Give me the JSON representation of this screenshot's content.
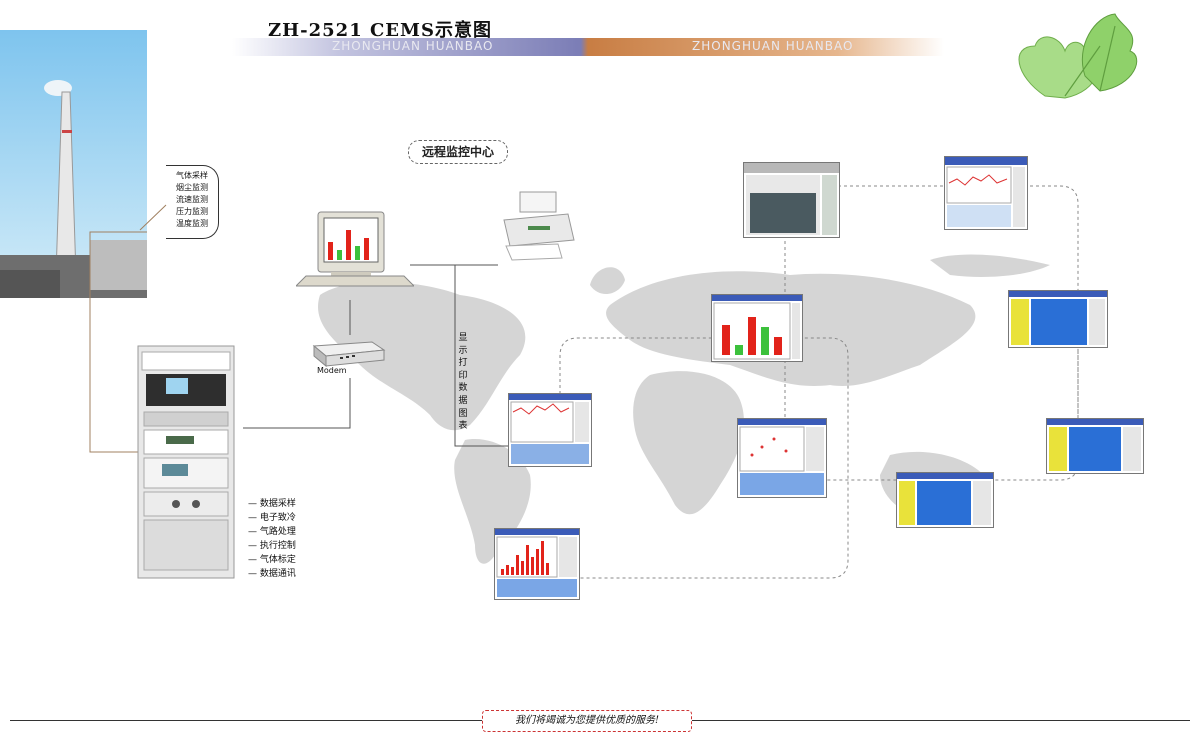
{
  "title": "ZH-2521 CEMS示意图",
  "band": {
    "left_text": "ZHONGHUAN HUANBAO",
    "right_text": "ZHONGHUAN HUANBAO"
  },
  "callout": [
    "气体采样",
    "烟尘监测",
    "流速监测",
    "压力监测",
    "温度监测"
  ],
  "remote_center": "远程监控中心",
  "modem": "Modem",
  "print_label": "显示打印数据图表",
  "cabinet_functions": [
    "数据采样",
    "电子致冷",
    "气路处理",
    "执行控制",
    "气体标定",
    "数据通讯"
  ],
  "slogan": "我们将竭诚为您提供优质的服务!",
  "colors": {
    "band_left": "#8a8cc0",
    "band_right": "#d98a4a",
    "leaf": "#8fd16a",
    "map": "#d5d5d5",
    "bar_red": "#e2231a",
    "bar_green": "#3cc13c",
    "screen_blue": "#2a6fd6",
    "screen_yellow": "#e9e23a"
  }
}
